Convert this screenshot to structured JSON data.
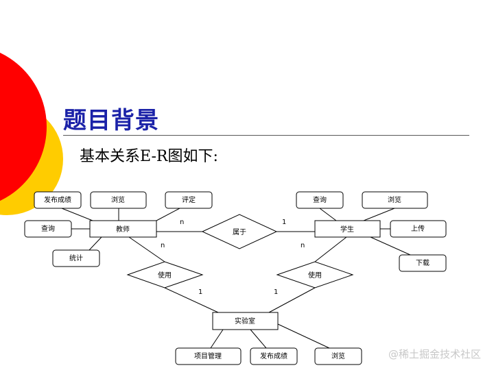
{
  "title": "题目背景",
  "subtitle": "基本关系E-R图如下:",
  "watermark": "@稀土掘金技术社区",
  "colors": {
    "title": "#1b22a8",
    "circle_red": "#ff0000",
    "circle_yellow": "#ffcc00"
  },
  "diagram": {
    "entities": {
      "teacher": "教师",
      "student": "学生",
      "lab": "实验室"
    },
    "relationships": {
      "belongs": "属于",
      "uses_teacher": "使用",
      "uses_student": "使用"
    },
    "attributes": {
      "publish_grades_t": "发布成绩",
      "browse_t": "浏览",
      "evaluate_t": "评定",
      "query_t": "查询",
      "stats_t": "统计",
      "query_s": "查询",
      "browse_s": "浏览",
      "upload_s": "上传",
      "download_s": "下载",
      "project_mgmt_l": "项目管理",
      "publish_grades_l": "发布成绩",
      "browse_l": "浏览"
    },
    "cardinalities": {
      "teacher_belongs": "n",
      "student_belongs": "1",
      "teacher_uses": "n",
      "student_uses": "n",
      "lab_uses_left": "1",
      "lab_uses_right": "1"
    }
  }
}
